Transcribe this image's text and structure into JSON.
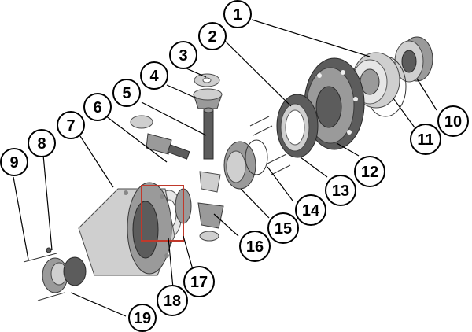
{
  "diagram": {
    "callouts": [
      {
        "id": "1",
        "label": "1"
      },
      {
        "id": "2",
        "label": "2"
      },
      {
        "id": "3",
        "label": "3"
      },
      {
        "id": "4",
        "label": "4"
      },
      {
        "id": "5",
        "label": "5"
      },
      {
        "id": "6",
        "label": "6"
      },
      {
        "id": "7",
        "label": "7"
      },
      {
        "id": "8",
        "label": "8"
      },
      {
        "id": "9",
        "label": "9"
      },
      {
        "id": "10",
        "label": "10"
      },
      {
        "id": "11",
        "label": "11"
      },
      {
        "id": "12",
        "label": "12"
      },
      {
        "id": "13",
        "label": "13"
      },
      {
        "id": "14",
        "label": "14"
      },
      {
        "id": "15",
        "label": "15"
      },
      {
        "id": "16",
        "label": "16"
      },
      {
        "id": "17",
        "label": "17"
      },
      {
        "id": "18",
        "label": "18"
      },
      {
        "id": "19",
        "label": "19"
      }
    ],
    "highlight_color": "#c0392b",
    "line_color": "#000000"
  }
}
